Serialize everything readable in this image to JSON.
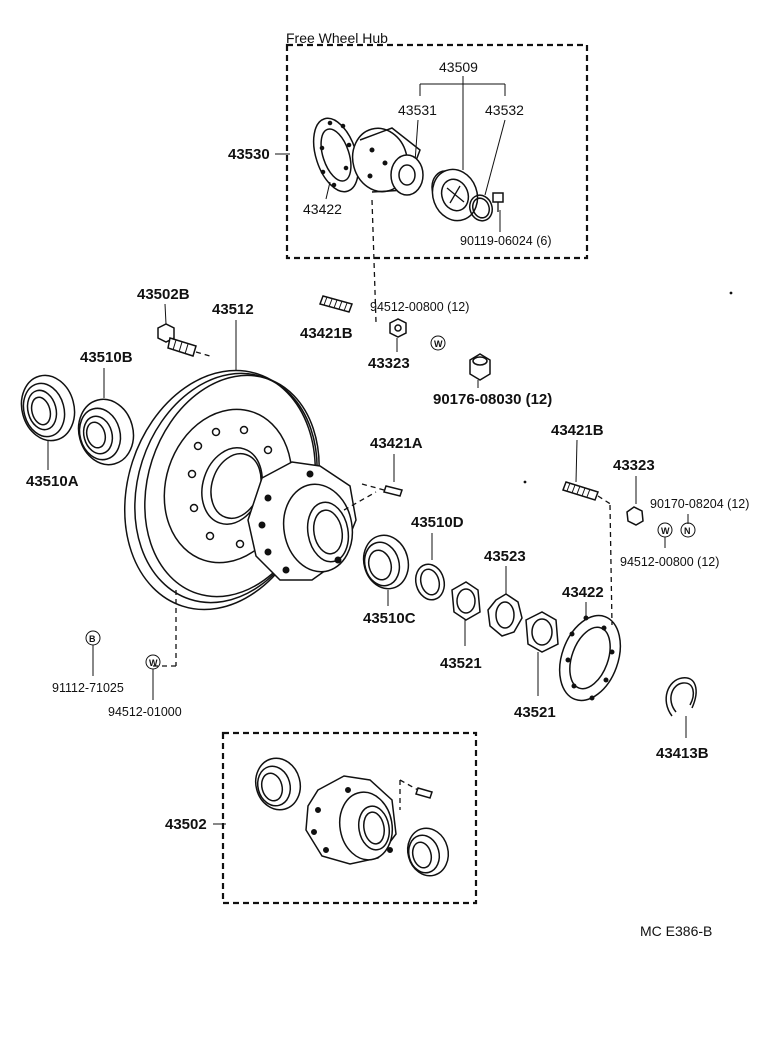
{
  "diagram": {
    "free_wheel_hub_title": "Free Wheel Hub",
    "figure_code": "MC  E386-B",
    "labels": {
      "p43530": "43530",
      "p43509": "43509",
      "p43531": "43531",
      "p43532": "43532",
      "p43422_top": "43422",
      "p90119": "90119-06024 (6)",
      "p43502B": "43502B",
      "p43512": "43512",
      "p43421B_left": "43421B",
      "p94512_00800_top": "94512-00800 (12)",
      "p43323_left": "43323",
      "p90176": "90176-08030 (12)",
      "p43510B": "43510B",
      "p43510A": "43510A",
      "p43421A": "43421A",
      "p43421B_right": "43421B",
      "p43323_right": "43323",
      "p90170": "90170-08204 (12)",
      "p94512_00800_right": "94512-00800 (12)",
      "p43510D": "43510D",
      "p43523": "43523",
      "p43422_mid": "43422",
      "p43510C": "43510C",
      "p43521_left": "43521",
      "p43521_right": "43521",
      "p91112": "91112-71025",
      "p94512_01000": "94512-01000",
      "p43413B": "43413B",
      "p43502": "43502"
    },
    "symbols": {
      "w": "W",
      "b": "B",
      "n": "N"
    }
  }
}
